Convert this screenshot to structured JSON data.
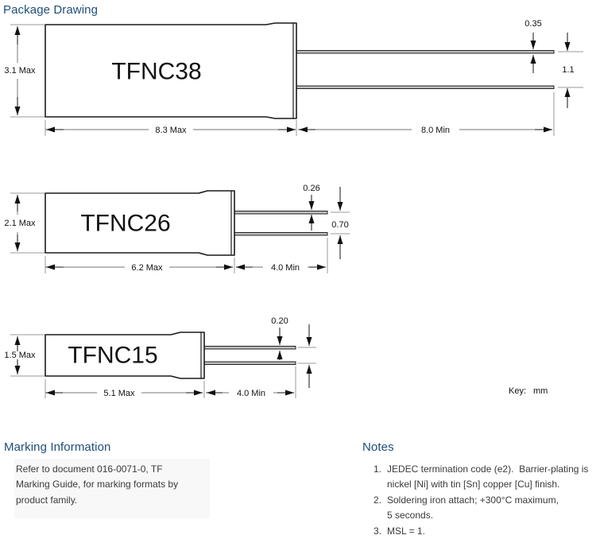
{
  "page": {
    "title": "Package Drawing",
    "key_label": "Key:",
    "key_unit": "mm"
  },
  "colors": {
    "heading": "#1f4e79",
    "body_text": "#3a3a3a",
    "drawing_line": "#1a1a1a",
    "extension_line": "#9a9a9a",
    "lead_fill": "#bdbdbd"
  },
  "packages": [
    {
      "name": "TFNC38",
      "height": "3.1 Max",
      "body_length": "8.3 Max",
      "lead_length": "8.0 Min",
      "lead_diameter": "0.35",
      "lead_spacing": "1.1"
    },
    {
      "name": "TFNC26",
      "height": "2.1 Max",
      "body_length": "6.2 Max",
      "lead_length": "4.0 Min",
      "lead_diameter": "0.26",
      "lead_spacing": "0.70"
    },
    {
      "name": "TFNC15",
      "height": "1.5 Max",
      "body_length": "5.1 Max",
      "lead_length": "4.0 Min",
      "lead_diameter": "0.20"
    }
  ],
  "marking": {
    "heading": "Marking Information",
    "lines": [
      "Refer to document 016-0071-0, TF",
      "Marking Guide, for marking formats by",
      "product family."
    ]
  },
  "notes": {
    "heading": "Notes",
    "items": [
      {
        "num": "1.",
        "lines": [
          "JEDEC termination code (e2).  Barrier-plating is",
          "nickel [Ni] with tin [Sn] copper [Cu] finish."
        ]
      },
      {
        "num": "2.",
        "lines": [
          "Soldering iron attach; +300°C maximum,",
          "5 seconds."
        ]
      },
      {
        "num": "3.",
        "lines": [
          "MSL = 1."
        ]
      }
    ]
  }
}
